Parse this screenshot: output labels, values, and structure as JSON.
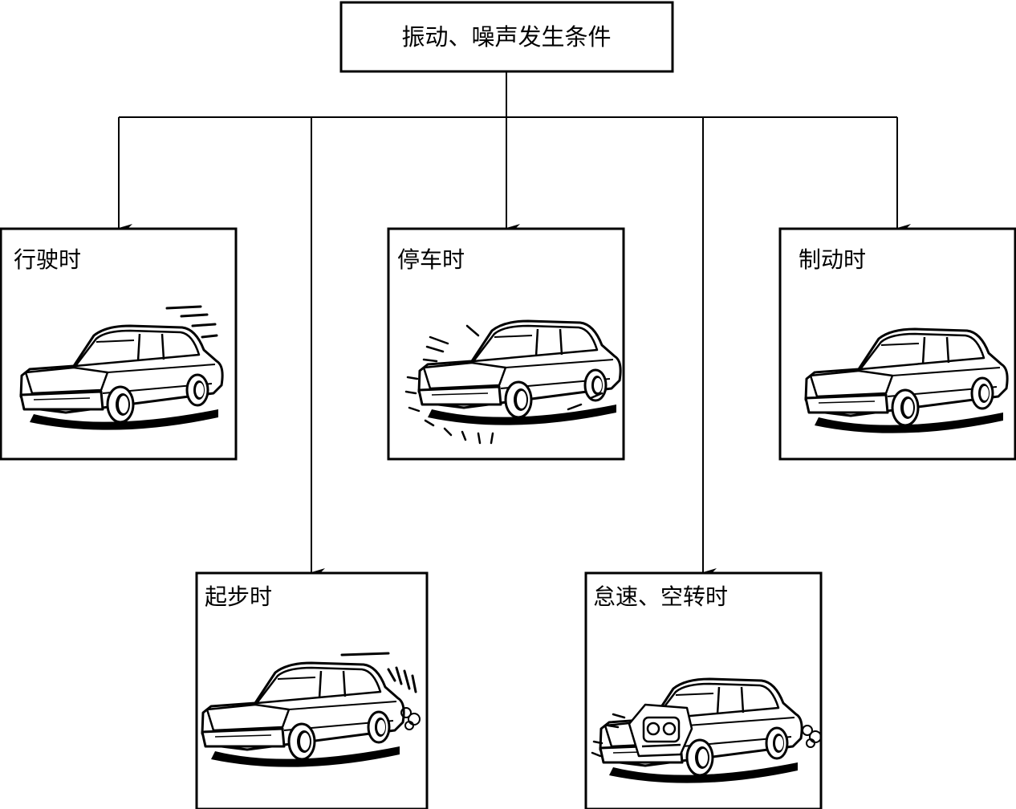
{
  "root": {
    "label": "振动、噪声发生条件"
  },
  "conditions": [
    {
      "id": "driving",
      "label": "行驶时"
    },
    {
      "id": "braking",
      "label": "制动时"
    },
    {
      "id": "parked",
      "label": "停车时"
    },
    {
      "id": "starting",
      "label": "起步时"
    },
    {
      "id": "idling",
      "label": "怠速、空转时"
    }
  ]
}
